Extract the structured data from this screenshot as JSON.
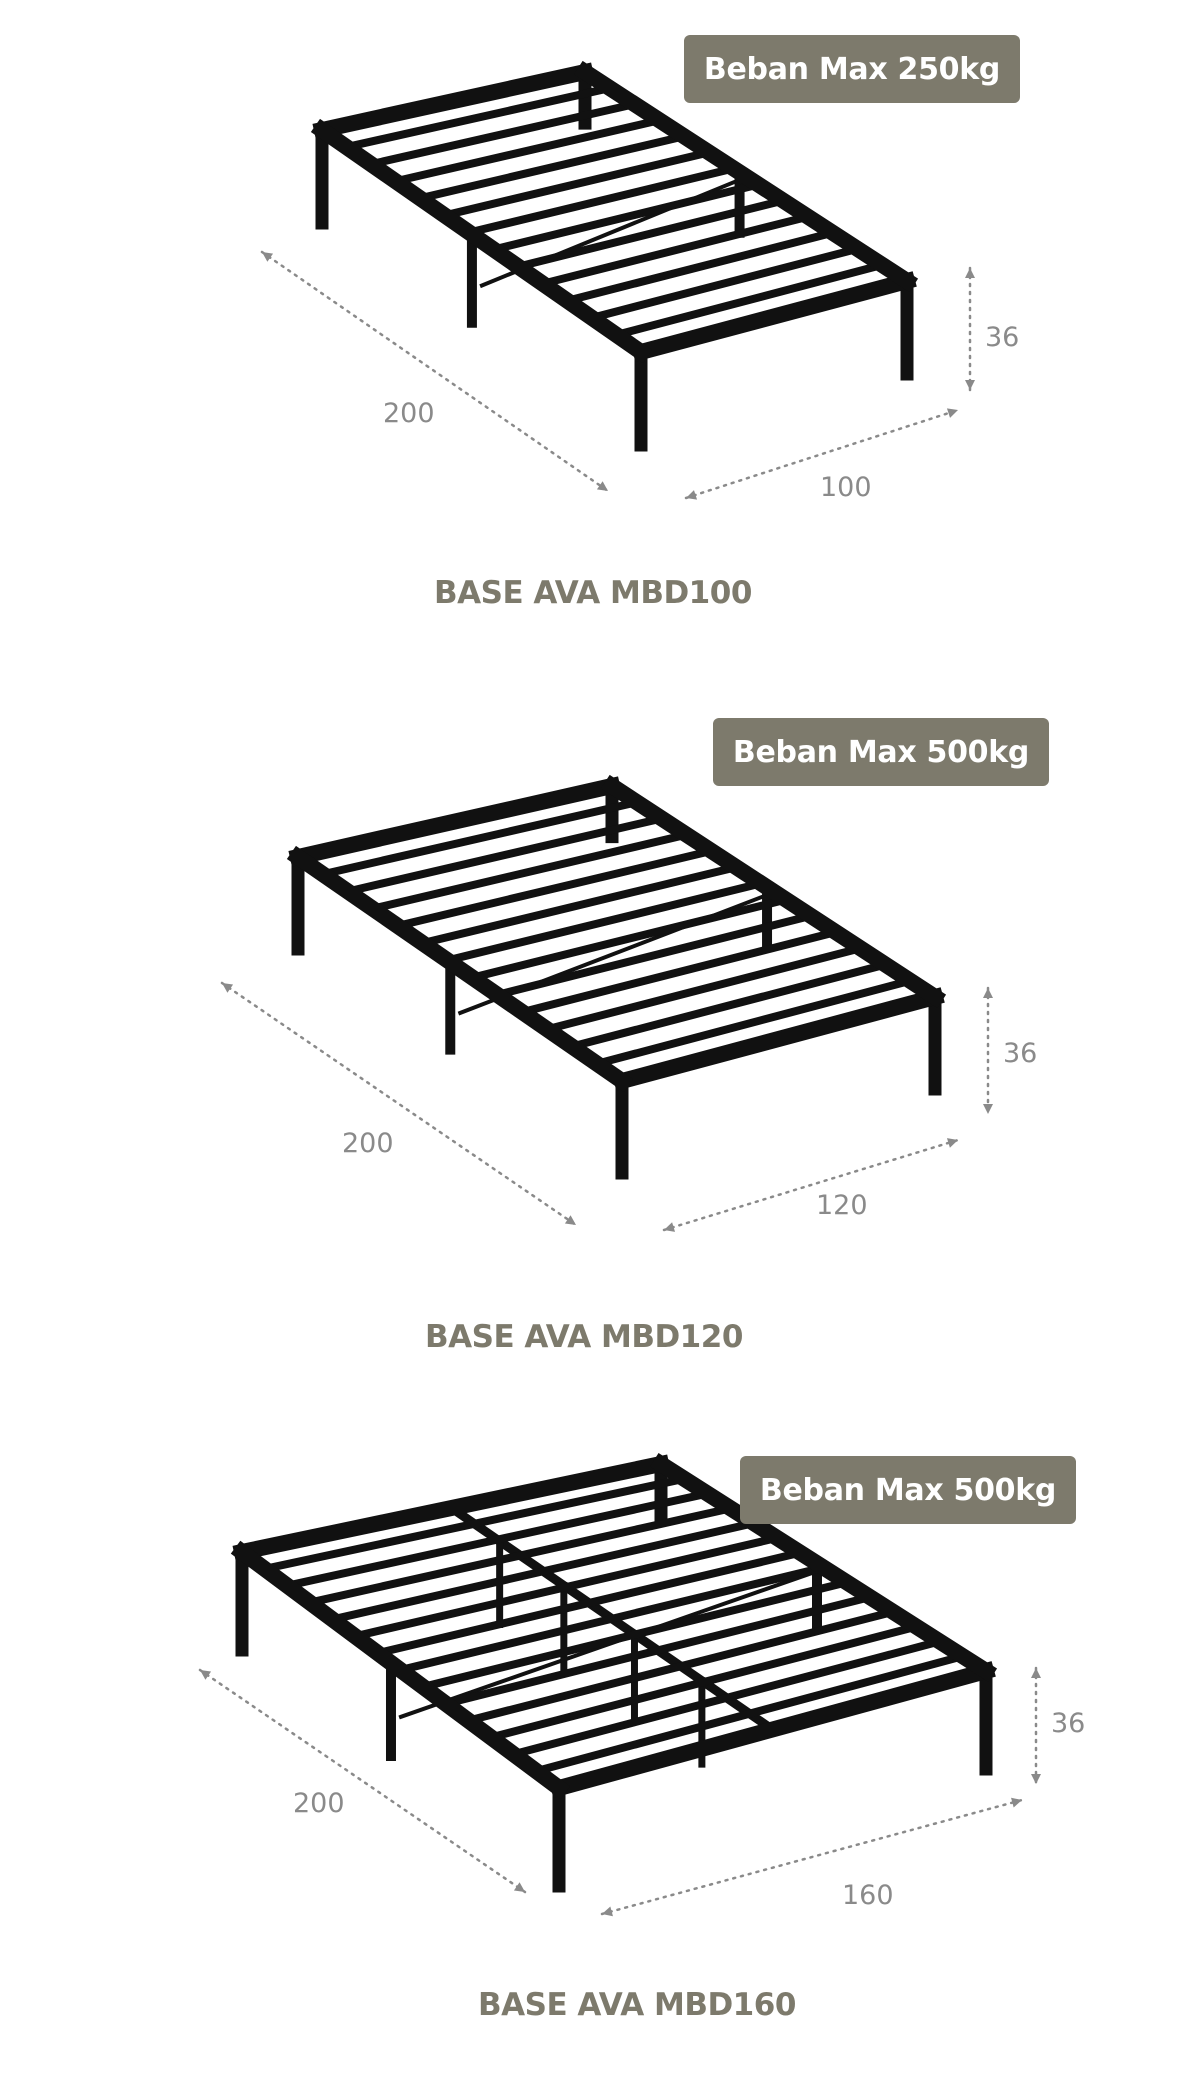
{
  "products": [
    {
      "badge": "Beban Max 250kg",
      "length": "200",
      "width": "100",
      "height": "36",
      "model": "BASE AVA MBD100"
    },
    {
      "badge": "Beban Max 500kg",
      "length": "200",
      "width": "120",
      "height": "36",
      "model": "BASE AVA MBD120"
    },
    {
      "badge": "Beban Max 500kg",
      "length": "200",
      "width": "160",
      "height": "36",
      "model": "BASE AVA MBD160"
    }
  ],
  "colors": {
    "badge_bg": "#7d7a6c",
    "frame": "#111111",
    "dimension": "#8a8a8a",
    "model_text": "#7d7a6c"
  }
}
